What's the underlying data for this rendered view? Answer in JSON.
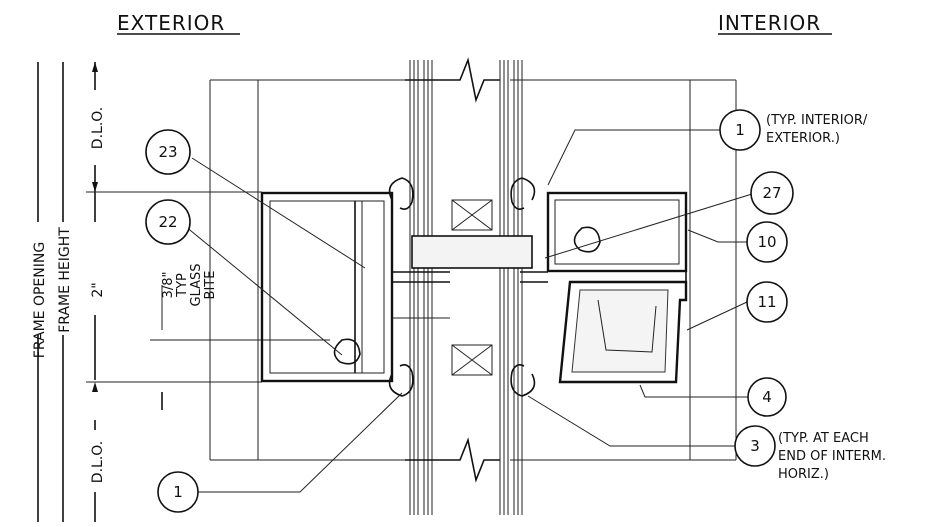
{
  "headings": {
    "exterior": "EXTERIOR",
    "interior": "INTERIOR"
  },
  "dimensions": {
    "frame_opening": "FRAME OPENING",
    "frame_height": "FRAME HEIGHT",
    "two_inch": "2\"",
    "dlo_top": "D.L.O.",
    "dlo_bottom": "D.L.O.",
    "glass_bite": [
      "3/8\"",
      "TYP",
      "GLASS",
      "BITE"
    ]
  },
  "callouts": {
    "c1_top": "1",
    "c1_bottom": "1",
    "c23": "23",
    "c22": "22",
    "c27": "27",
    "c10": "10",
    "c11": "11",
    "c4": "4",
    "c3": "3"
  },
  "notes": {
    "typ_interior_exterior": [
      "(TYP. INTERIOR/",
      "EXTERIOR.)"
    ],
    "typ_each_end": [
      "(TYP. AT EACH",
      "END OF INTERM.",
      "HORIZ.)"
    ]
  }
}
